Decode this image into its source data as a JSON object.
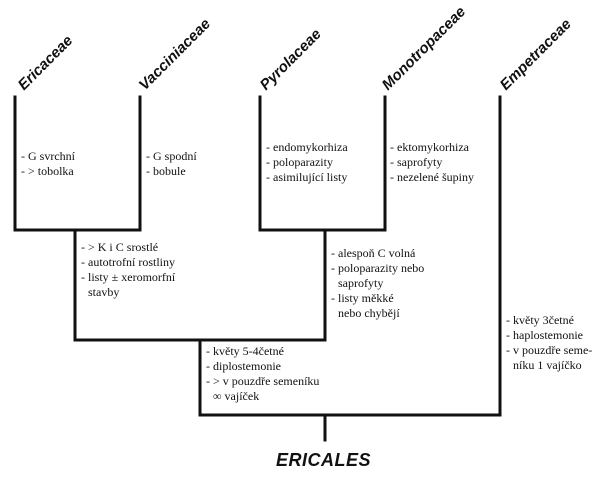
{
  "taxa": [
    {
      "id": "ericaceae",
      "label": "Ericaceae"
    },
    {
      "id": "vacciniaceae",
      "label": "Vacciniaceae"
    },
    {
      "id": "pyrolaceae",
      "label": "Pyrolaceae"
    },
    {
      "id": "monotropaceae",
      "label": "Monotropaceae"
    },
    {
      "id": "empetraceae",
      "label": "Empetraceae"
    }
  ],
  "root_label": "ERICALES",
  "notes": {
    "ericaceae": [
      "- G svrchní",
      "- > tobolka"
    ],
    "vacciniaceae": [
      "- G spodní",
      "- bobule"
    ],
    "pyrolaceae": [
      "- endomykorhiza",
      "- poloparazity",
      "- asimilující listy"
    ],
    "monotropaceae": [
      "- ektomykorhiza",
      "- saprofyty",
      "- nezelené šupiny"
    ],
    "eric_vacc": [
      "- > K i C srostlé",
      "- autotrofní rostliny",
      "- listy ± xeromorfní",
      "  stavby"
    ],
    "pyrol_mono": [
      "- alespoň C volná",
      "- poloparazity nebo",
      "  saprofyty",
      "- listy měkké",
      "  nebo chybějí"
    ],
    "core": [
      "- květy 5-4četné",
      "- diplostemonie",
      "- > v pouzdře semeníku",
      "  ∞ vajíček"
    ],
    "empetraceae": [
      "- květy 3četné",
      "- haplostemonie",
      "- v pouzdře seme-",
      "  níku 1 vajíčko"
    ]
  }
}
